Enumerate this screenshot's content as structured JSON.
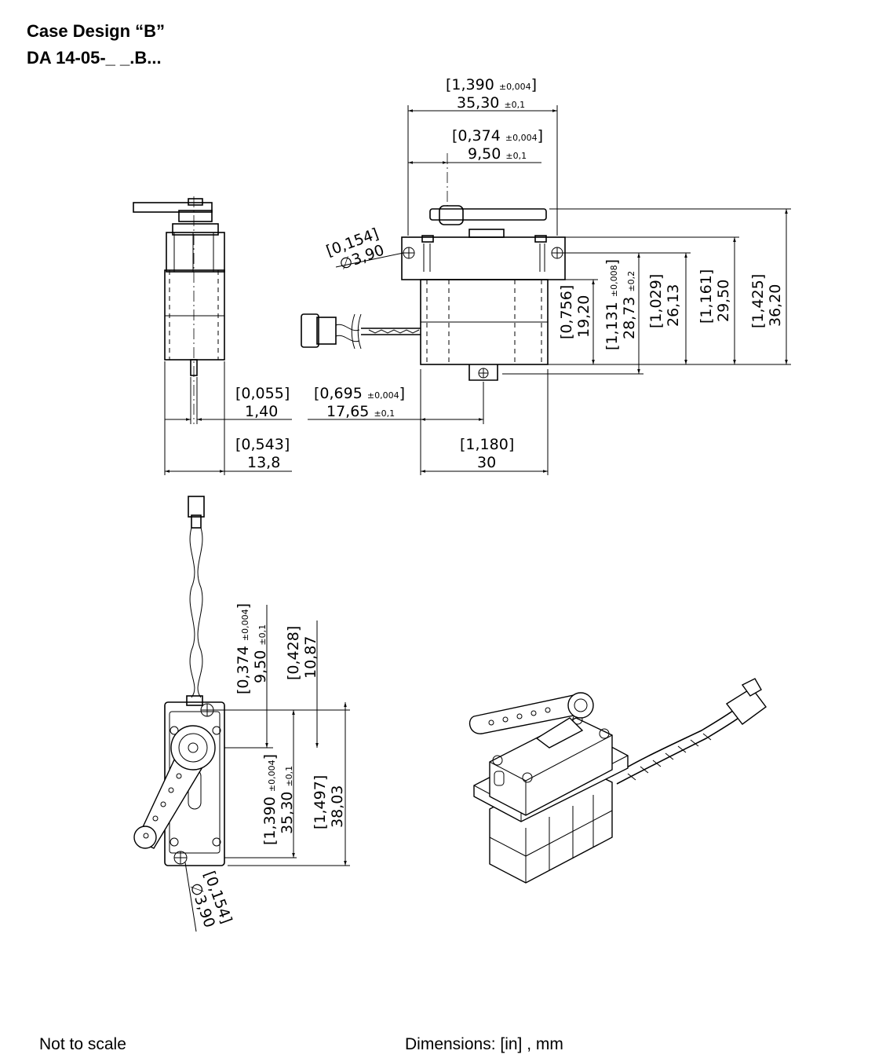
{
  "header": {
    "line1": "Case Design “B”",
    "line2": "DA 14-05-_ _.B..."
  },
  "footer": {
    "left": "Not to scale",
    "right": "Dimensions: [in] , mm"
  },
  "dimensions": {
    "overall_width": {
      "inch": "1,390",
      "inch_tol": "±0,004",
      "mm": "35,30",
      "mm_tol": "±0,1"
    },
    "shaft_offset": {
      "inch": "0,374",
      "inch_tol": "±0,004",
      "mm": "9,50",
      "mm_tol": "±0,1"
    },
    "hole_front": {
      "inch": "0,154",
      "mm": "3,90"
    },
    "h1": {
      "inch": "0,756",
      "mm": "19,20"
    },
    "h2": {
      "inch": "1,131",
      "inch_tol": "±0,008",
      "mm": "28,73",
      "mm_tol": "±0,2"
    },
    "h3": {
      "inch": "1,029",
      "mm": "26,13"
    },
    "h4": {
      "inch": "1,161",
      "mm": "29,50"
    },
    "h5": {
      "inch": "1,425",
      "mm": "36,20"
    },
    "side_small": {
      "inch": "0,055",
      "mm": "1,40"
    },
    "side_width": {
      "inch": "0,543",
      "mm": "13,8"
    },
    "shaft_to_body": {
      "inch": "0,695",
      "inch_tol": "±0,004",
      "mm": "17,65",
      "mm_tol": "±0,1"
    },
    "body_width": {
      "inch": "1,180",
      "mm": "30"
    },
    "top_shaft": {
      "inch": "0,374",
      "inch_tol": "±0,004",
      "mm": "9,50",
      "mm_tol": "±0,1"
    },
    "top_0428": {
      "inch": "0,428",
      "mm": "10,87"
    },
    "top_holes": {
      "inch": "1,390",
      "inch_tol": "±0,004",
      "mm": "35,30",
      "mm_tol": "±0,1"
    },
    "top_length": {
      "inch": "1,497",
      "mm": "38,03"
    },
    "hole_top": {
      "inch": "0,154",
      "mm": "3,90"
    }
  },
  "symbols": {
    "diameter": "∅"
  }
}
